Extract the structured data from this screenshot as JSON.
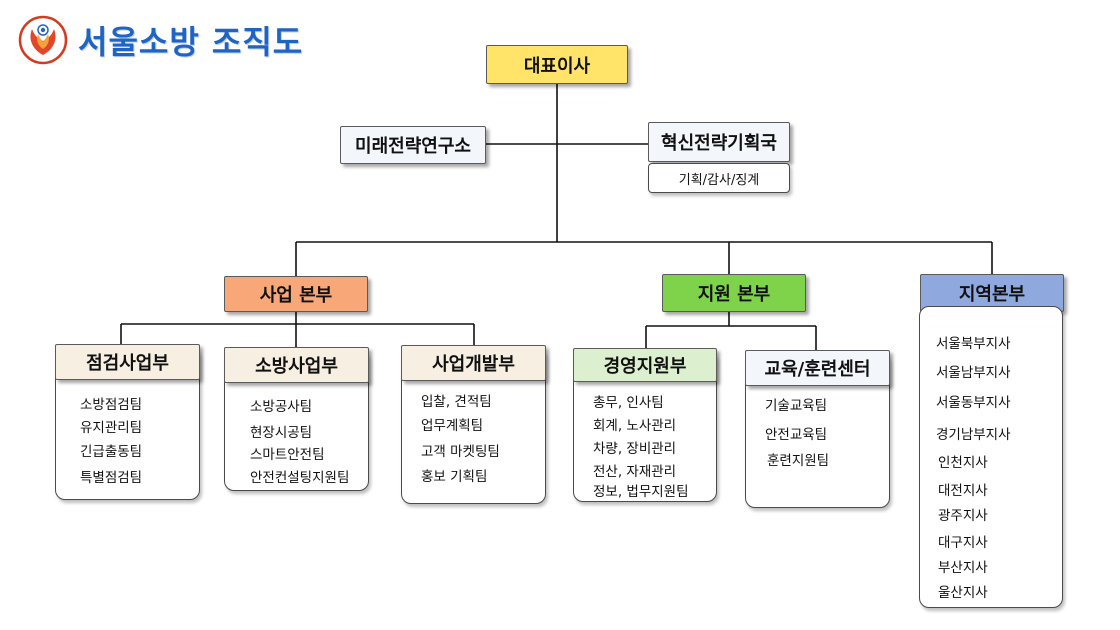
{
  "title": "서울소방 조직도",
  "colors": {
    "ceo": "#ffe469",
    "business": "#f8a878",
    "support": "#7fd34a",
    "regional": "#8fa8de",
    "department": "#f7efe2",
    "management": "#dcf0cf",
    "plain": "#f3f6fb",
    "title": "#1f63c4"
  },
  "nodes": {
    "ceo": "대표이사",
    "research": "미래전략연구소",
    "innovation": {
      "name": "혁신전략기획국",
      "sub": "기획/감사/징계"
    },
    "business_hq": "사업 본부",
    "support_hq": "지원 본부",
    "regional_hq": "지역본부"
  },
  "departments": {
    "inspection": {
      "name": "점검사업부",
      "teams": [
        "소방점검팀",
        "유지관리팀",
        "긴급출동팀",
        "특별점검팀"
      ]
    },
    "fire": {
      "name": "소방사업부",
      "teams": [
        "소방공사팀",
        "현장시공팀",
        "스마트안전팀",
        "안전컨설팅지원팀"
      ]
    },
    "development": {
      "name": "사업개발부",
      "teams": [
        "입찰, 견적팀",
        "업무계획팀",
        "고객 마켓팅팀",
        "홍보 기획팀"
      ]
    },
    "management": {
      "name": "경영지원부",
      "teams": [
        "총무, 인사팀",
        "회계, 노사관리",
        "차량, 장비관리",
        "전산, 자재관리",
        "정보, 법무지원팀"
      ]
    },
    "training": {
      "name": "교육/훈련센터",
      "teams": [
        "기술교육팀",
        "안전교육팀",
        "훈련지원팀"
      ]
    },
    "regional": {
      "branches": [
        "서울북부지사",
        "서울남부지사",
        "서울동부지사",
        "경기남부지사",
        "인천지사",
        "대전지사",
        "광주지사",
        "대구지사",
        "부산지사",
        "울산지사"
      ]
    }
  }
}
